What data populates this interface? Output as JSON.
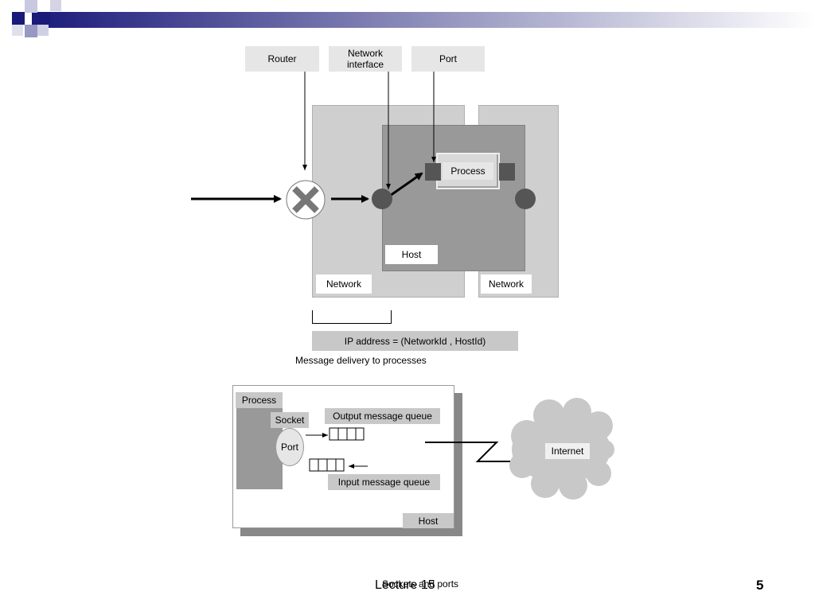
{
  "top_diagram": {
    "labels": {
      "router": "Router",
      "network_interface_line1": "Network",
      "network_interface_line2": "interface",
      "port": "Port",
      "process": "Process",
      "host": "Host",
      "network_left": "Network",
      "network_right": "Network",
      "ip_address": "IP address = (NetworkId , HostId)"
    },
    "caption": "Message delivery to processes"
  },
  "bottom_diagram": {
    "labels": {
      "process": "Process",
      "socket": "Socket",
      "port": "Port",
      "output_queue": "Output message queue",
      "input_queue": "Input message queue",
      "host": "Host",
      "internet": "Internet"
    }
  },
  "footer": {
    "title_a": "Lecture 15",
    "title_b": "Sockets and ports",
    "page_number": "5"
  },
  "colors": {
    "banner": "#1a1a7a",
    "network_fill": "#cfcfcf",
    "host_fill": "#999999",
    "dark_node": "#555555"
  }
}
